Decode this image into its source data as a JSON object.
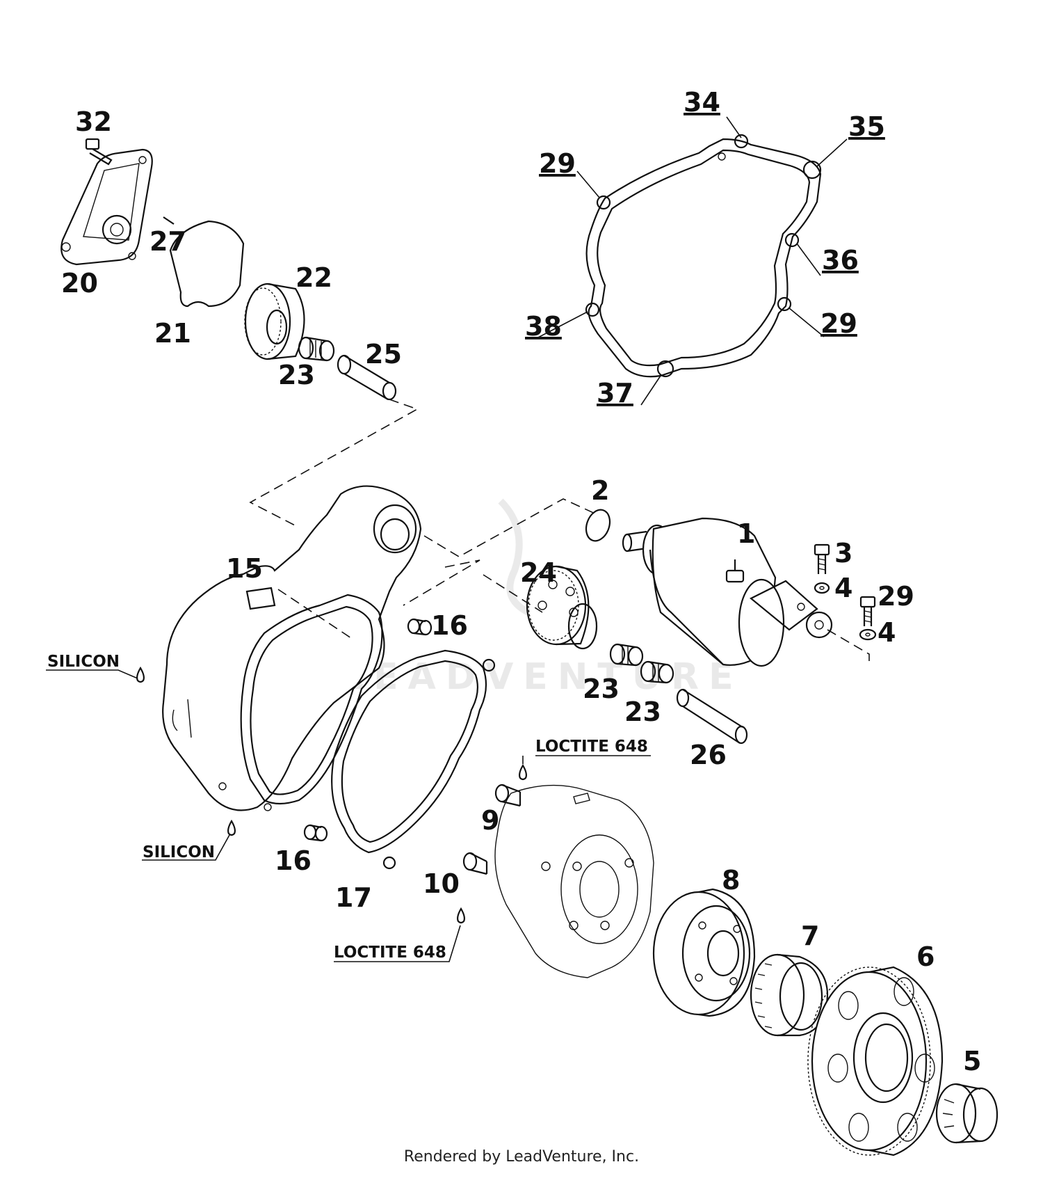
{
  "callouts": {
    "c1": "1",
    "c2": "2",
    "c3": "3",
    "c4a": "4",
    "c4b": "4",
    "c5": "5",
    "c6": "6",
    "c7": "7",
    "c8": "8",
    "c9": "9",
    "c10": "10",
    "c15": "15",
    "c16a": "16",
    "c16b": "16",
    "c17": "17",
    "c20": "20",
    "c21": "21",
    "c22": "22",
    "c23a": "23",
    "c23b": "23",
    "c23c": "23",
    "c24": "24",
    "c25": "25",
    "c26": "26",
    "c27": "27",
    "c29a": "29",
    "c29b": "29",
    "c29c": "29",
    "c32": "32",
    "c34": "34",
    "c35": "35",
    "c36": "36",
    "c37": "37",
    "c38": "38"
  },
  "notes": {
    "silicon_top": "SILICON",
    "silicon_bottom": "SILICON",
    "loctite_top": "LOCTITE 648",
    "loctite_bottom": "LOCTITE 648"
  },
  "watermark": "LEADVENTURE",
  "footer": "Rendered by LeadVenture, Inc."
}
